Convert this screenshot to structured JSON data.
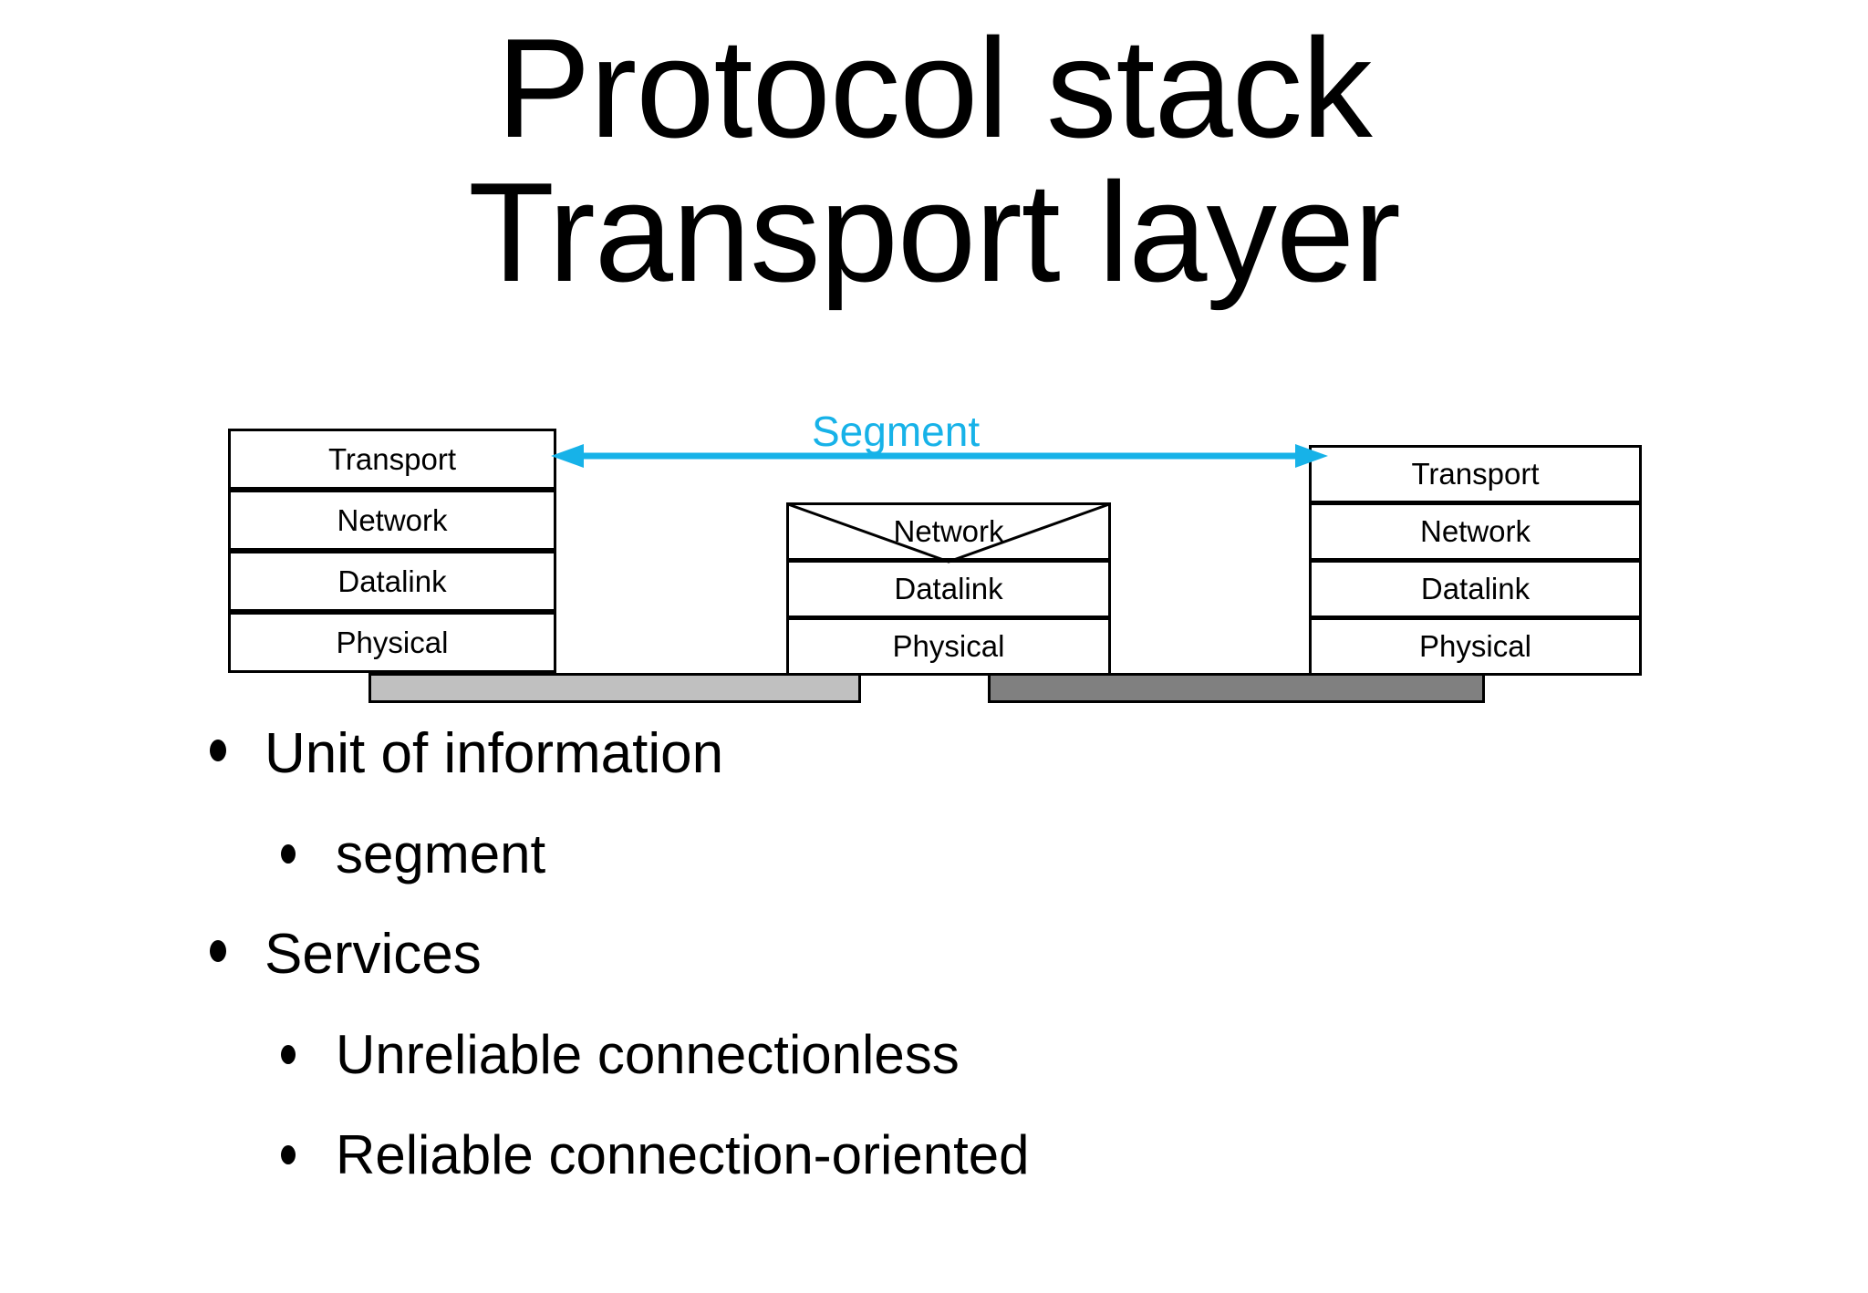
{
  "slide": {
    "title_line1": "Protocol stack",
    "title_line2": "Transport layer",
    "title": "Protocol stack\nTransport layer"
  },
  "diagram": {
    "segment_label": "Segment",
    "segment_label_color": "#17B2E8",
    "arrow": {
      "name": "segment-double-arrow",
      "direction": "bidirectional",
      "color": "#17B2E8"
    },
    "left_stack": {
      "name": "left-host-protocol-stack",
      "layers": [
        "Transport",
        "Network",
        "Datalink",
        "Physical"
      ]
    },
    "middle_stack": {
      "name": "router-protocol-stack",
      "layers": [
        "Network",
        "Datalink",
        "Physical"
      ]
    },
    "right_stack": {
      "name": "right-host-protocol-stack",
      "layers": [
        "Transport",
        "Network",
        "Datalink",
        "Physical"
      ]
    },
    "media": [
      {
        "name": "left-link-medium",
        "color": "#c0c0c0"
      },
      {
        "name": "right-link-medium",
        "color": "#808080"
      }
    ]
  },
  "content": {
    "bullets": [
      {
        "level": 1,
        "text": "Unit of information"
      },
      {
        "level": 2,
        "text": "segment"
      },
      {
        "level": 1,
        "text": "Services"
      },
      {
        "level": 2,
        "text": "Unreliable connectionless"
      },
      {
        "level": 2,
        "text": "Reliable connection-oriented"
      }
    ]
  }
}
